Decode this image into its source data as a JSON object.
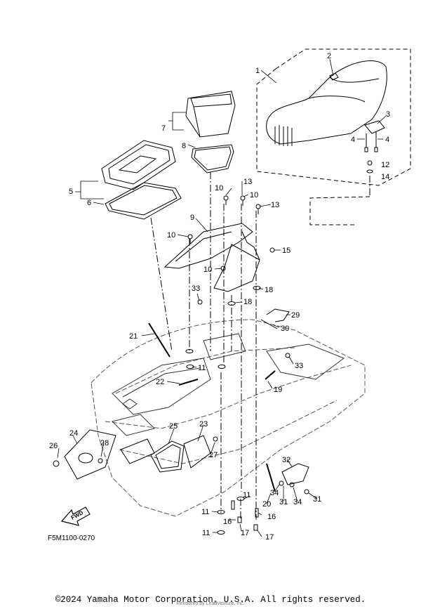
{
  "figure_code": "F5M1100-0270",
  "copyright": "©2024 Yamaha Motor Corporation, U.S.A. All rights reserved.",
  "render_credit": "Rendered by LeadVenture, Inc.",
  "fwd_label": "FWD",
  "callouts": [
    "1",
    "2",
    "3",
    "4",
    "4",
    "12",
    "14",
    "7",
    "8",
    "5",
    "6",
    "10",
    "13",
    "10",
    "13",
    "9",
    "10",
    "15",
    "10",
    "33",
    "18",
    "18",
    "29",
    "30",
    "21",
    "11",
    "33",
    "22",
    "19",
    "24",
    "25",
    "23",
    "26",
    "28",
    "27",
    "32",
    "34",
    "31",
    "34",
    "31",
    "20",
    "11",
    "11",
    "16",
    "16",
    "11",
    "17",
    "17"
  ]
}
